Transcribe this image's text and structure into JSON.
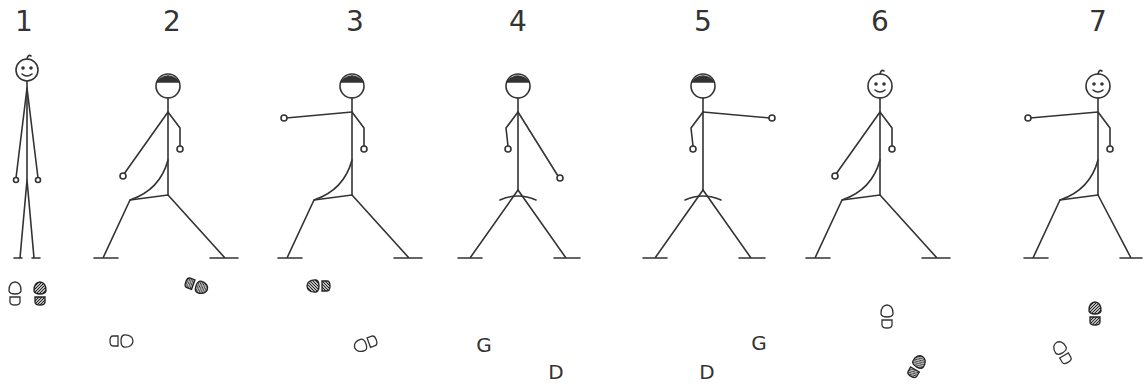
{
  "diagram": {
    "labels": [
      "1",
      "2",
      "3",
      "4",
      "5",
      "6",
      "7",
      "G",
      "D",
      "D",
      "G"
    ]
  }
}
